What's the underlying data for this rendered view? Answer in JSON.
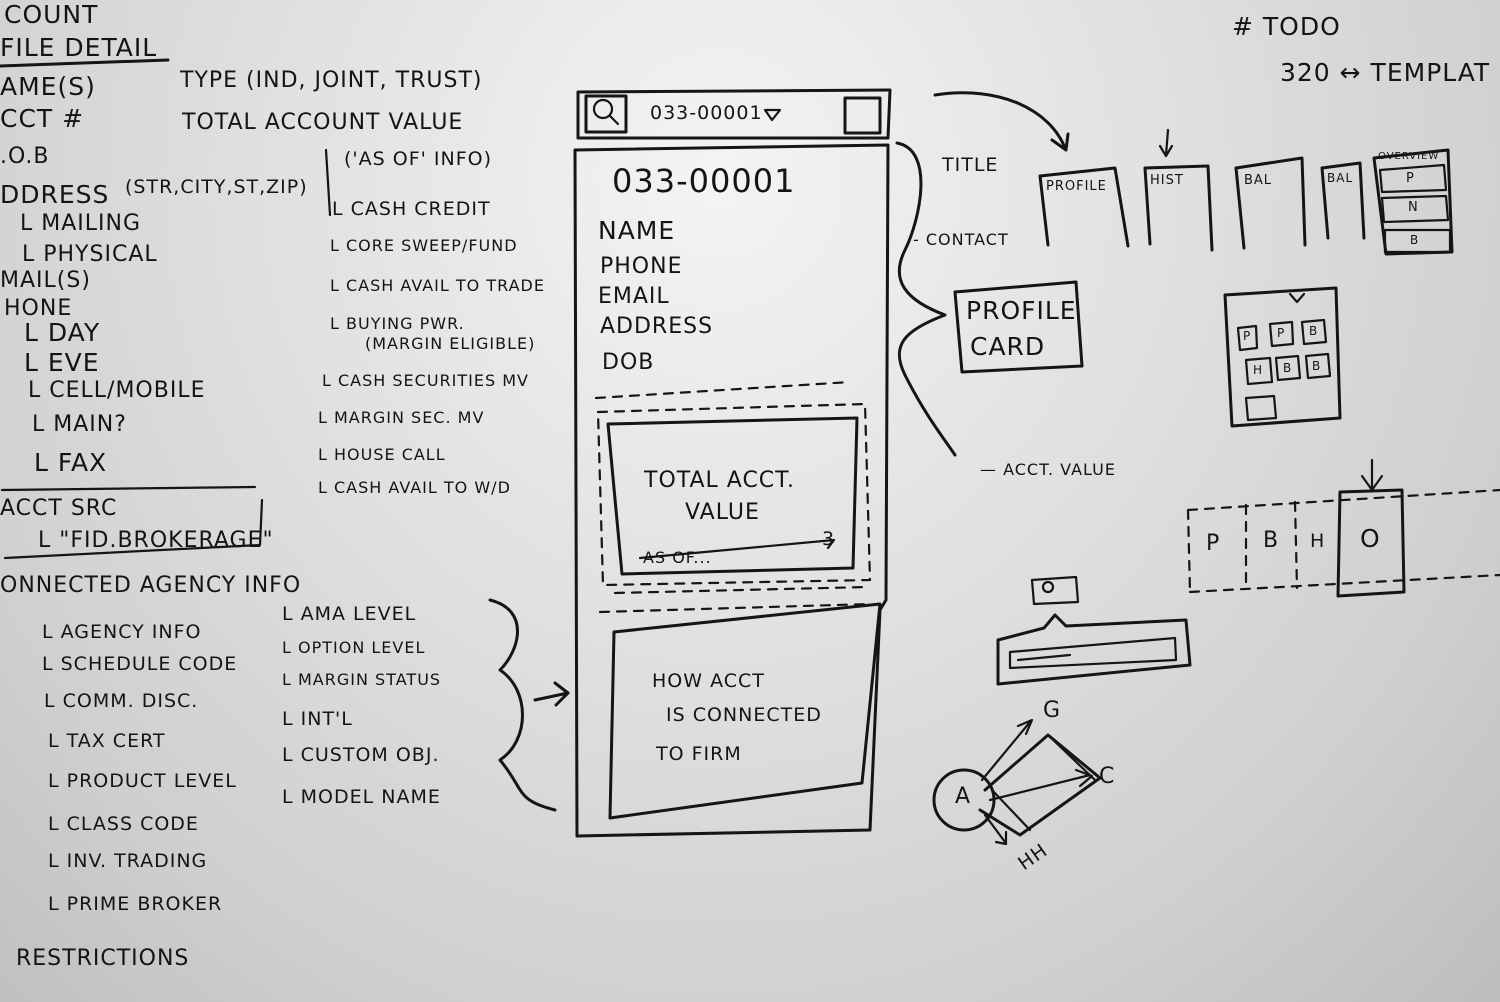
{
  "left_notes": {
    "header": [
      "COUNT",
      "FILE DETAIL"
    ],
    "items": [
      "AME(S)",
      "CCT #",
      ".O.B",
      "DDRESS",
      "(STR,CITY,ST,ZIP)",
      "L MAILING",
      "L PHYSICAL",
      "MAIL(S)",
      "HONE",
      "L DAY",
      "L EVE",
      "L CELL/MOBILE",
      "L MAIN?",
      "L FAX"
    ],
    "acct_src": "ACCT SRC",
    "acct_src_value": "L \"FID.BROKERAGE\"",
    "agency_header": "ONNECTED AGENCY INFO",
    "agency_col1": [
      "L AGENCY INFO",
      "L SCHEDULE CODE",
      "L COMM. DISC.",
      "L TAX CERT",
      "L PRODUCT LEVEL",
      "L CLASS CODE",
      "L INV. TRADING",
      "L PRIME BROKER"
    ],
    "agency_col2": [
      "L AMA LEVEL",
      "L OPTION LEVEL",
      "L MARGIN STATUS",
      "L INT'L",
      "L CUSTOM OBJ.",
      "L MODEL NAME"
    ],
    "restrictions": "RESTRICTIONS"
  },
  "middle_notes": {
    "type": "TYPE (IND, JOINT, TRUST)",
    "total_value": "TOTAL ACCOUNT VALUE",
    "value_items": [
      "('AS OF' INFO)",
      "L CASH CREDIT",
      "L CORE SWEEP/FUND",
      "L CASH AVAIL TO TRADE",
      "L BUYING PWR.",
      "(MARGIN ELIGIBLE)",
      "L CASH SECURITIES MV",
      "L MARGIN SEC. MV",
      "L HOUSE CALL",
      "L CASH AVAIL TO W/D"
    ]
  },
  "phone_mockup": {
    "search_icon": "search-icon",
    "account_selector": "033-00001",
    "dropdown_icon": "triangle-down-icon",
    "account_number": "033-00001",
    "profile_fields": [
      "NAME",
      "PHONE",
      "EMAIL",
      "ADDRESS",
      "DOB"
    ],
    "value_card_title_1": "TOTAL ACCT.",
    "value_card_title_2": "VALUE",
    "value_card_footer": "AS OF...",
    "value_card_badge": "3",
    "connection_card_lines": [
      "HOW ACCT",
      "IS CONNECTED",
      "TO FIRM"
    ]
  },
  "annotations": {
    "title": "TITLE",
    "contact": "- CONTACT",
    "profile_card_1": "PROFILE",
    "profile_card_2": "CARD",
    "acct_value": "— ACCT. VALUE"
  },
  "tab_sketches": [
    "PROFILE",
    "HIST",
    "BAL",
    "BAL",
    "OVERVIEW"
  ],
  "overview_items": [
    "P",
    "N",
    "B"
  ],
  "todo": {
    "title": "# TODO",
    "item": "320 ↔ TEMPLAT"
  },
  "grid_icons": [
    "P",
    "P",
    "B",
    "H",
    "B",
    "B"
  ],
  "carousel": [
    "P",
    "B",
    "H",
    "O"
  ],
  "graph_nodes": [
    "A",
    "G",
    "C",
    "HH"
  ]
}
